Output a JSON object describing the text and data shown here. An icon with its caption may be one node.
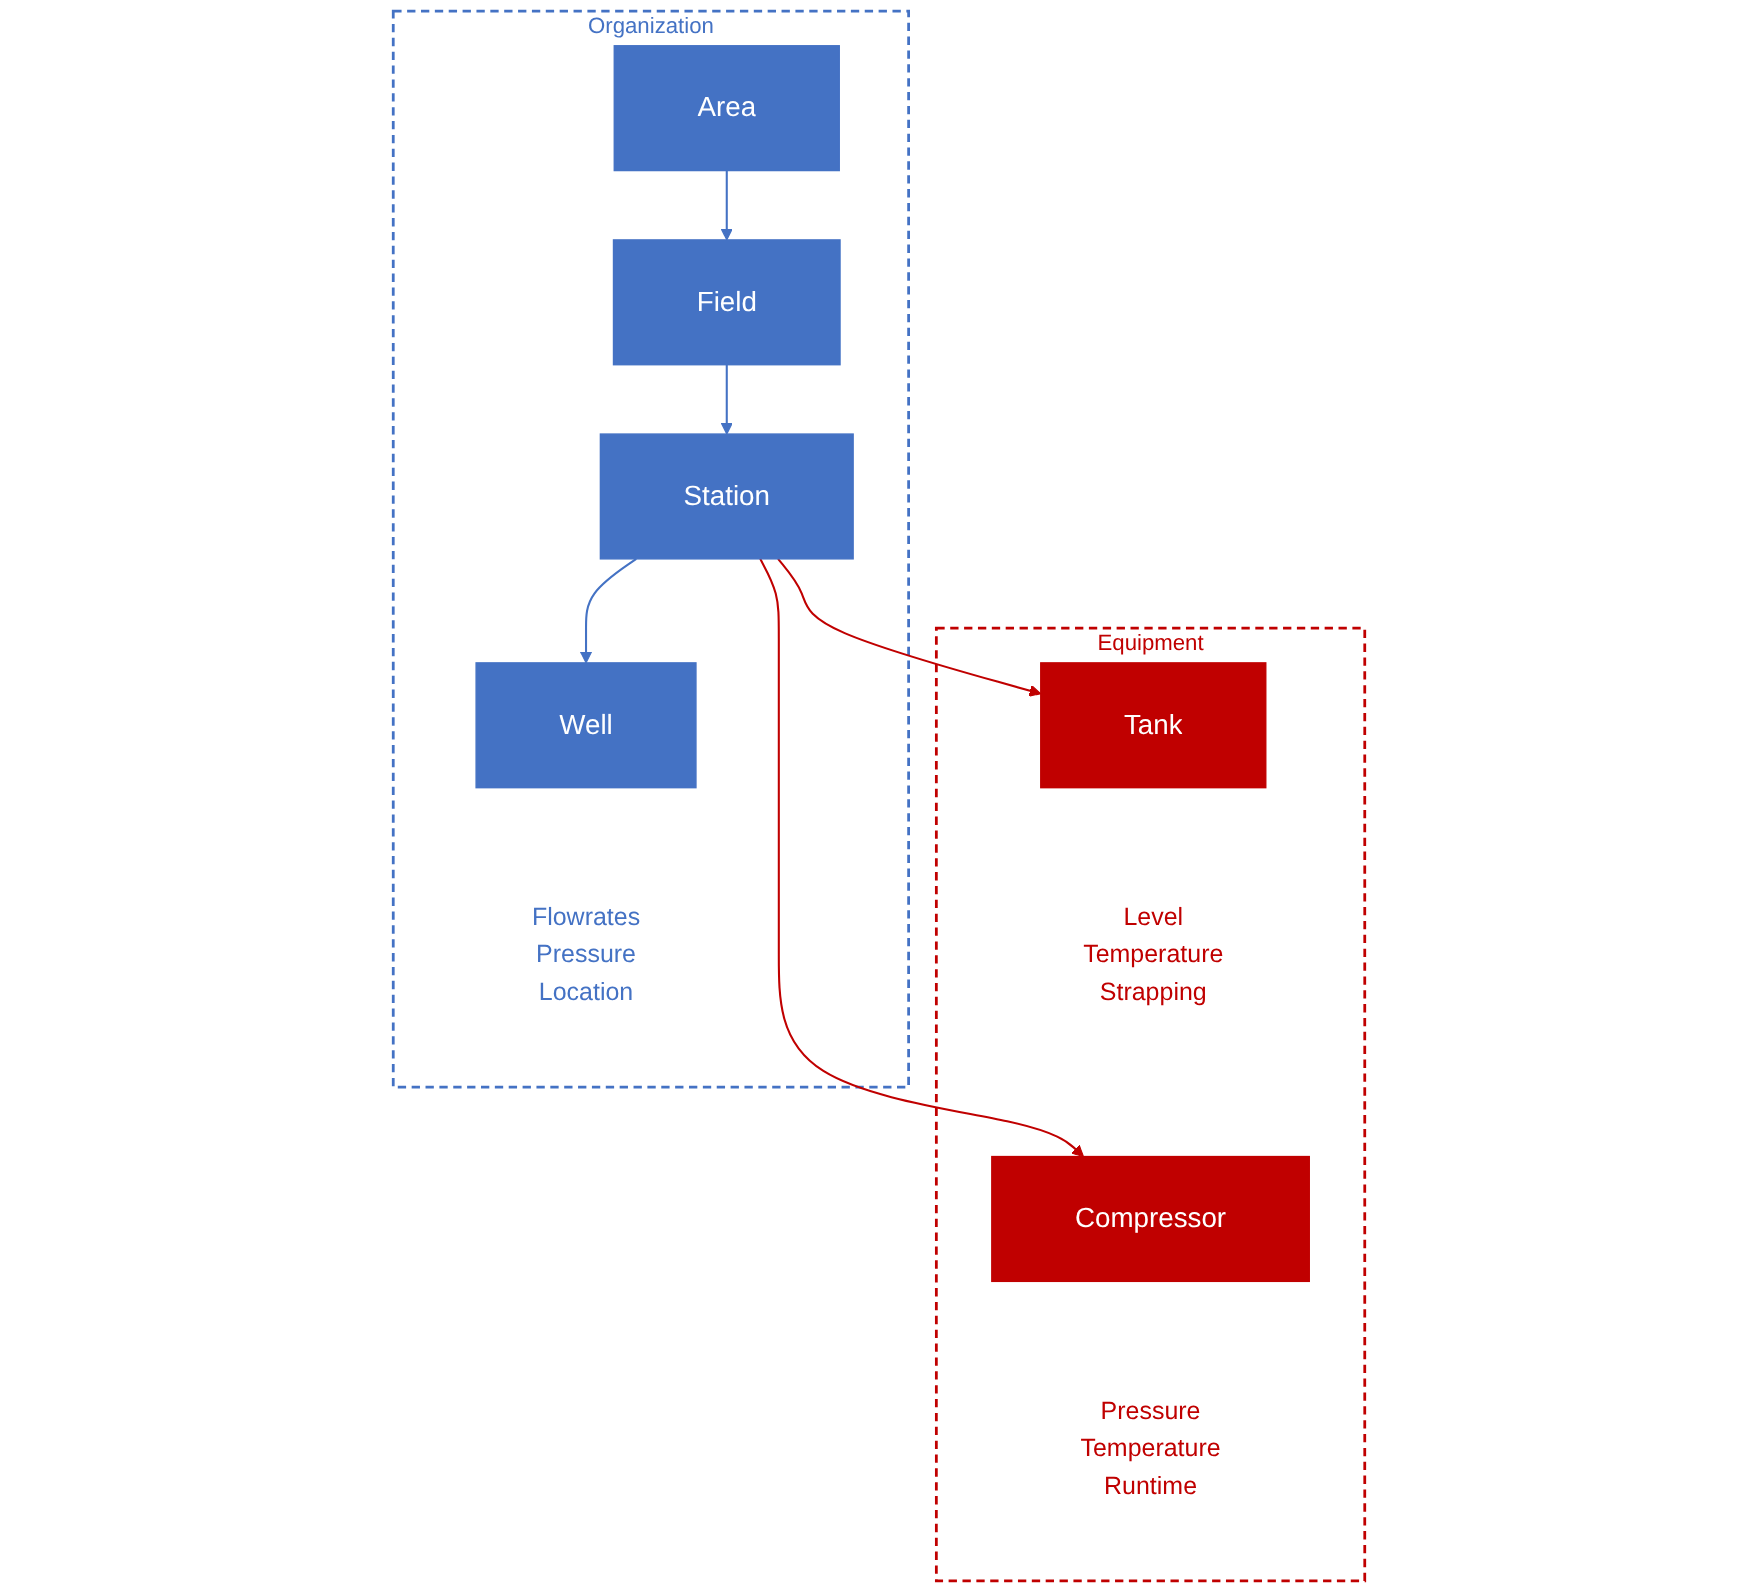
{
  "diagram": {
    "nodes": [
      {
        "text": [
          "Organization"
        ]
      },
      {
        "text": [
          "Area"
        ],
        "in": 0
      },
      {
        "text": [
          "Field"
        ],
        "in": 0
      },
      {
        "text": [
          "Station"
        ],
        "in": 0
      },
      {
        "text": [
          "Well"
        ],
        "in": 0,
        "beside": [
          "Flowrates",
          "Pressure",
          "Location"
        ]
      },
      {
        "text": [
          "Equipment"
        ]
      },
      {
        "text": [
          "Tank"
        ],
        "in": 5,
        "beside": [
          "Level",
          "Temperature",
          "Strapping"
        ]
      },
      {
        "text": [
          "Compressor"
        ],
        "in": 5,
        "beside": [
          "Pressure",
          "Temperature",
          "Runtime"
        ]
      }
    ],
    "edges": [
      {
        "from": 1,
        "to": 2,
        "arrow": "to"
      },
      {
        "from": 2,
        "to": 3,
        "arrow": "to"
      },
      {
        "from": 3,
        "to": 4,
        "arrow": "to"
      },
      {
        "from": 3,
        "to": 6,
        "arrow": "to",
        "color": "#c00000"
      },
      {
        "from": 3,
        "to": 7,
        "arrow": "to",
        "color": "#c00000"
      }
    ]
  }
}
